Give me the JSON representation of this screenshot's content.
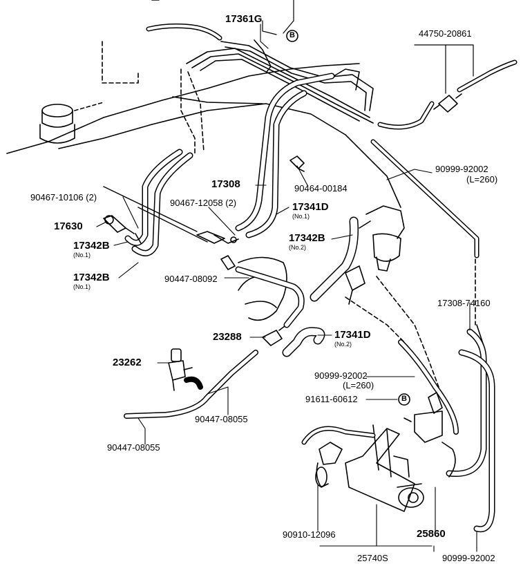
{
  "labels": {
    "p17361G": "17361G",
    "p44750": "44750-20861",
    "p90999a": "90999-92002",
    "p90999a_len": "(L=260)",
    "p17308a": "17308",
    "p90464": "90464-00184",
    "p90467_10106": "90467-10106 (2)",
    "p90467_12058": "90467-12058 (2)",
    "p17341D_1": "17341D",
    "p17341D_1_sub": "(No.1)",
    "p17630": "17630",
    "p17342B_a": "17342B",
    "p17342B_a_sub": "(No.1)",
    "p17342B_b": "17342B",
    "p17342B_b_sub": "(No.1)",
    "p17342B_c": "17342B",
    "p17342B_c_sub": "(No.2)",
    "p90447_08092": "90447-08092",
    "p17308_74160": "17308-74160",
    "p23288": "23288",
    "p17341D_2": "17341D",
    "p17341D_2_sub": "(No.2)",
    "p23262": "23262",
    "p90999b": "90999-92002",
    "p90999b_len": "(L=260)",
    "p91611": "91611-60612",
    "p90447_08055a": "90447-08055",
    "p90447_08055b": "90447-08055",
    "p90910": "90910-12096",
    "p25860": "25860",
    "p25740S": "25740S",
    "p90999c": "90999-92002",
    "refB": "B"
  }
}
